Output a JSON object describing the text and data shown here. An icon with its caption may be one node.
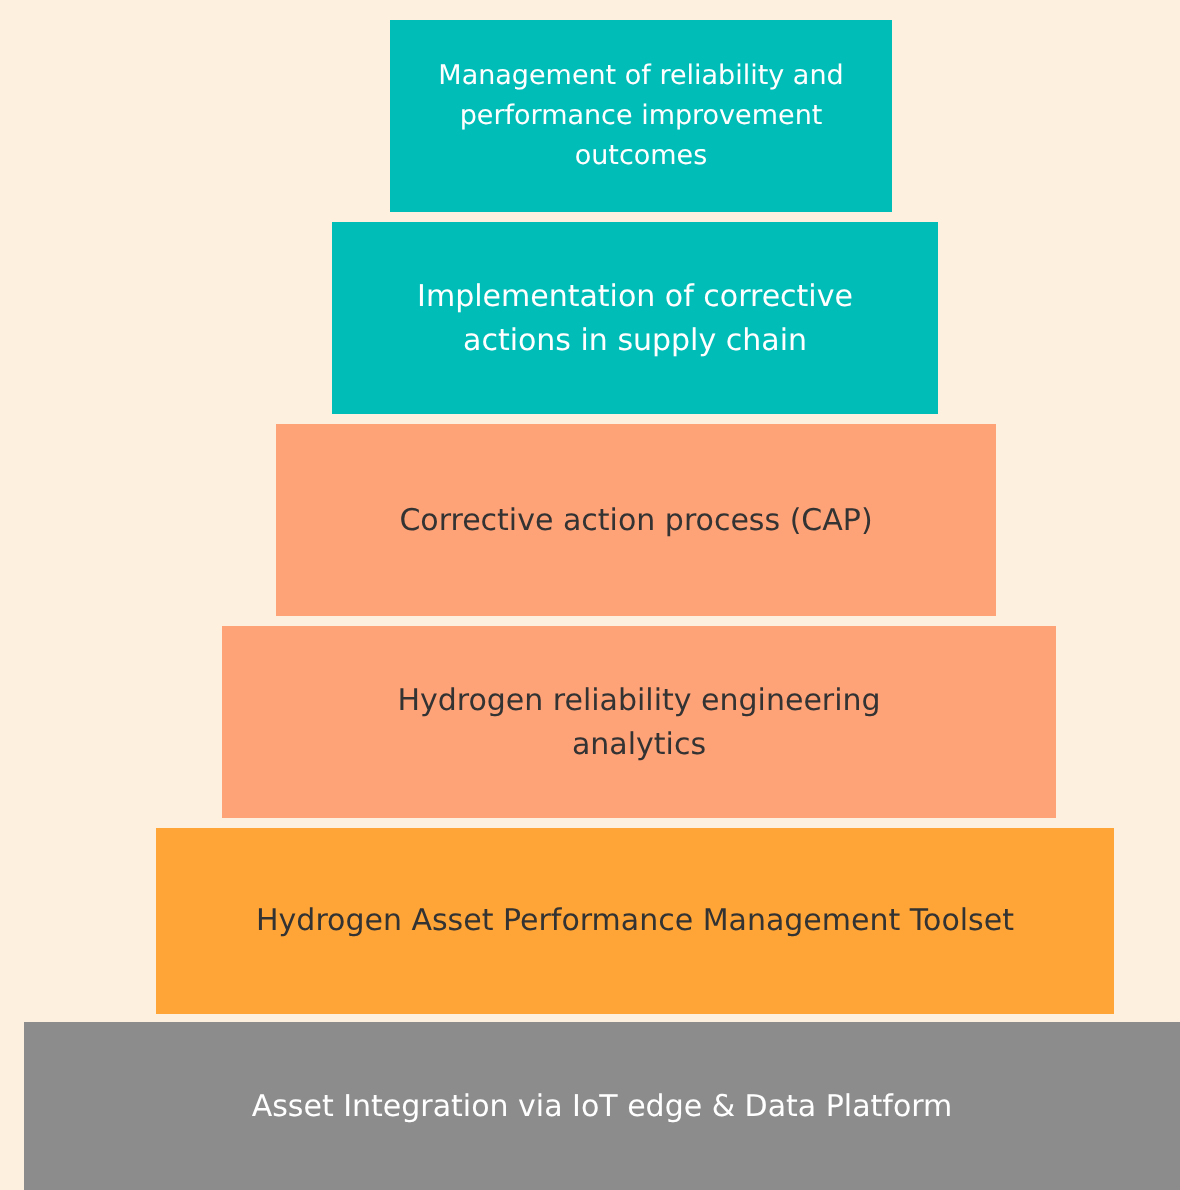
{
  "diagram": {
    "nodes": [
      {
        "text": [
          "Management of reliability and performance improvement outcomes"
        ]
      },
      {
        "text": [
          "Implementation of corrective actions in supply chain"
        ]
      },
      {
        "text": [
          "Corrective action process (CAP)"
        ]
      },
      {
        "text": [
          "Hydrogen reliability engineering analytics"
        ]
      },
      {
        "text": [
          "Hydrogen Asset Performance Management Toolset"
        ]
      },
      {
        "text": [
          "Asset Integration via IoT edge & Data Platform"
        ]
      }
    ]
  }
}
